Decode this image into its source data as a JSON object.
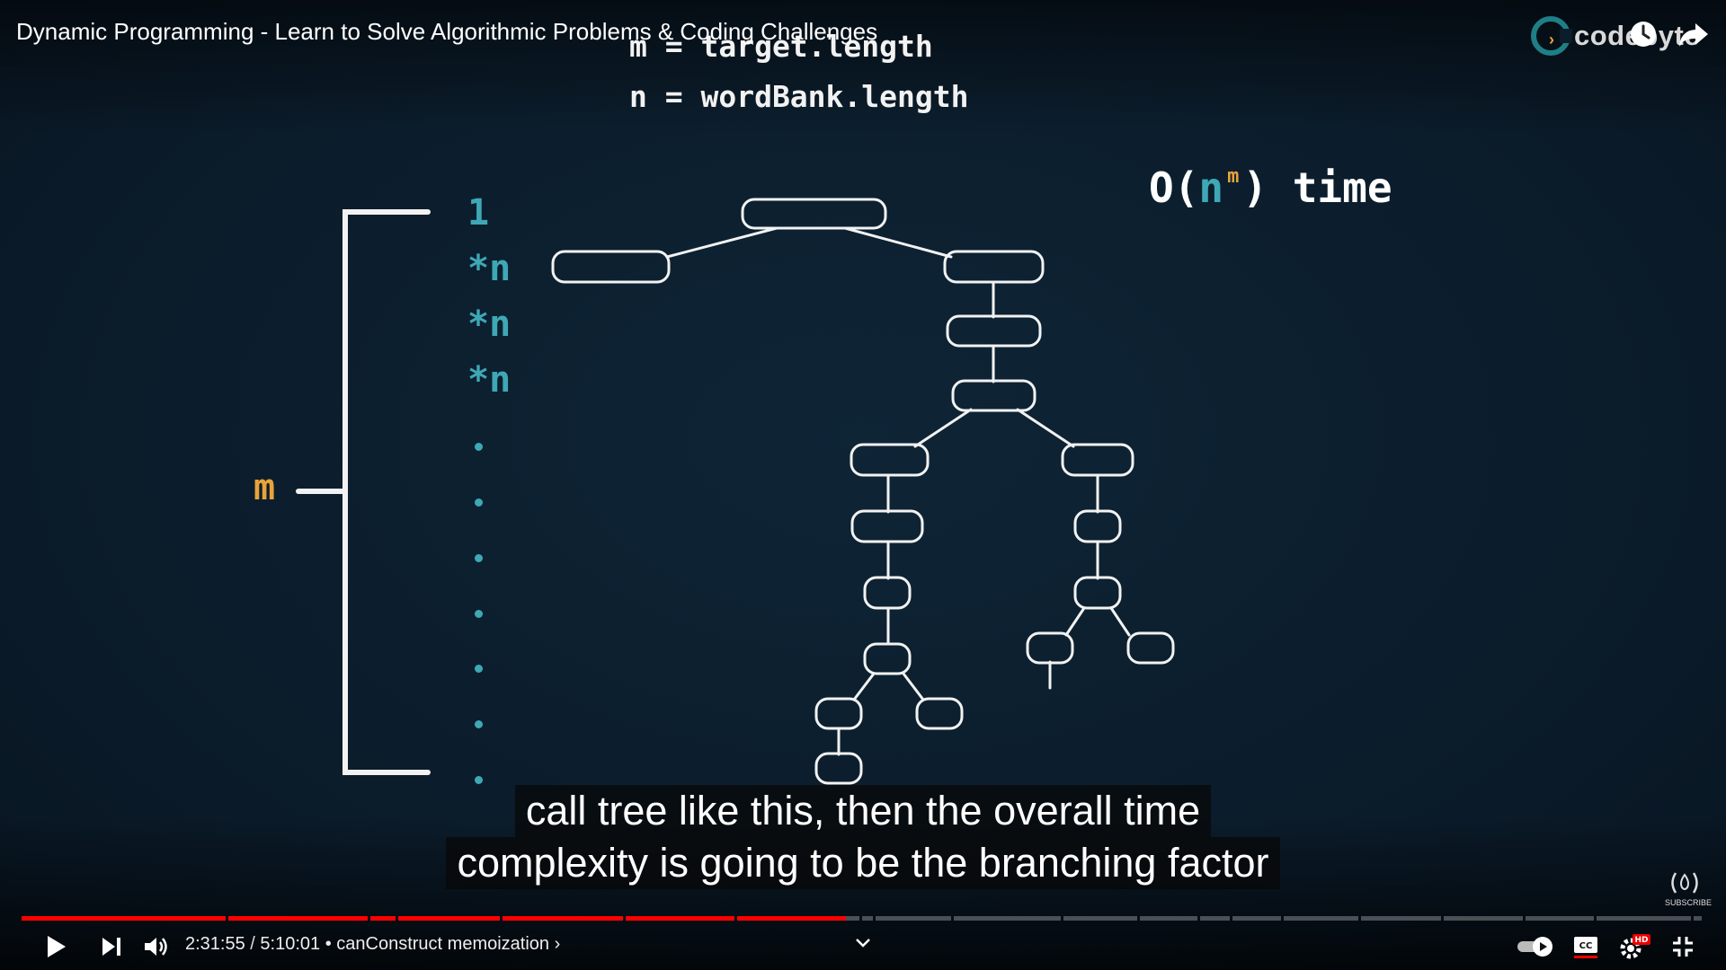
{
  "video": {
    "title": "Dynamic Programming - Learn to Solve Algorithmic Problems & Coding Challenges",
    "channel_logo_text": "codebyte"
  },
  "slide": {
    "line1": "m = target.length",
    "line2": "n = wordBank.length",
    "complexity": {
      "prefix": "O(",
      "base": "n",
      "exponent": "m",
      "suffix": ") time"
    },
    "height_label": "m",
    "level_labels": [
      "1",
      "*n",
      "*n",
      "*n"
    ]
  },
  "subtitles": {
    "line1": "call tree like this, then the overall time",
    "line2": "complexity is going to be the branching factor"
  },
  "player": {
    "current_time": "2:31:55",
    "duration": "5:10:01",
    "separator": " / ",
    "chapter": "canConstruct memoization",
    "chapter_arrow": "›",
    "progress_fraction": 0.49,
    "colors": {
      "played": "#ff0000",
      "accent": "#3fa8b5",
      "orange": "#e8a33a"
    },
    "icons": [
      "play-icon",
      "next-icon",
      "volume-icon",
      "chevron-down-icon",
      "autoplay-toggle-icon",
      "captions-icon",
      "settings-icon",
      "exit-fullscreen-icon",
      "clock-icon",
      "share-icon"
    ],
    "hd_badge": "HD",
    "cc_label": "CC",
    "watermark_text": "SUBSCRIBE"
  }
}
